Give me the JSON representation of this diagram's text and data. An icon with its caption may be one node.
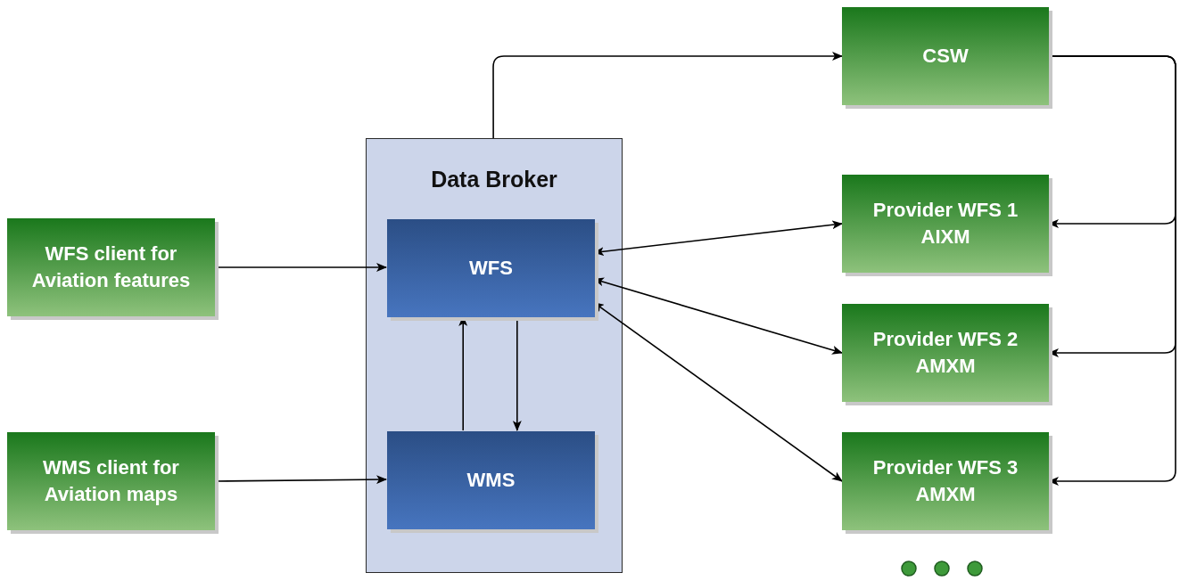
{
  "diagram": {
    "nodes": [
      {
        "text": [
          "Data Broker"
        ]
      },
      {
        "text": [
          "WFS"
        ],
        "in": 0
      },
      {
        "text": [
          "WMS"
        ],
        "in": 0
      },
      {
        "text": [
          "WFS client for Aviation features"
        ]
      },
      {
        "text": [
          "WMS client for Aviation maps"
        ]
      },
      {
        "text": [
          "CSW"
        ]
      },
      {
        "text": [
          "Provider WFS 1 AIXM"
        ]
      },
      {
        "text": [
          "Provider WFS 2 AMXM"
        ]
      },
      {
        "text": [
          "Provider WFS 3 AMXM"
        ]
      }
    ],
    "edges": [
      {
        "from": 3,
        "to": 1,
        "arrow": "to"
      },
      {
        "from": 4,
        "to": 2,
        "arrow": "to"
      },
      {
        "from": 2,
        "to": 1,
        "arrow": "to"
      },
      {
        "from": 1,
        "to": 2,
        "arrow": "to"
      },
      {
        "from": 1,
        "to": 6,
        "arrow": "both"
      },
      {
        "from": 1,
        "to": 7,
        "arrow": "both"
      },
      {
        "from": 1,
        "to": 8,
        "arrow": "both"
      },
      {
        "from": 0,
        "to": 5,
        "arrow": "to"
      },
      {
        "from": 5,
        "to": 6,
        "arrow": "to"
      },
      {
        "from": 5,
        "to": 7,
        "arrow": "to"
      },
      {
        "from": 5,
        "to": 8,
        "arrow": "to"
      }
    ]
  }
}
